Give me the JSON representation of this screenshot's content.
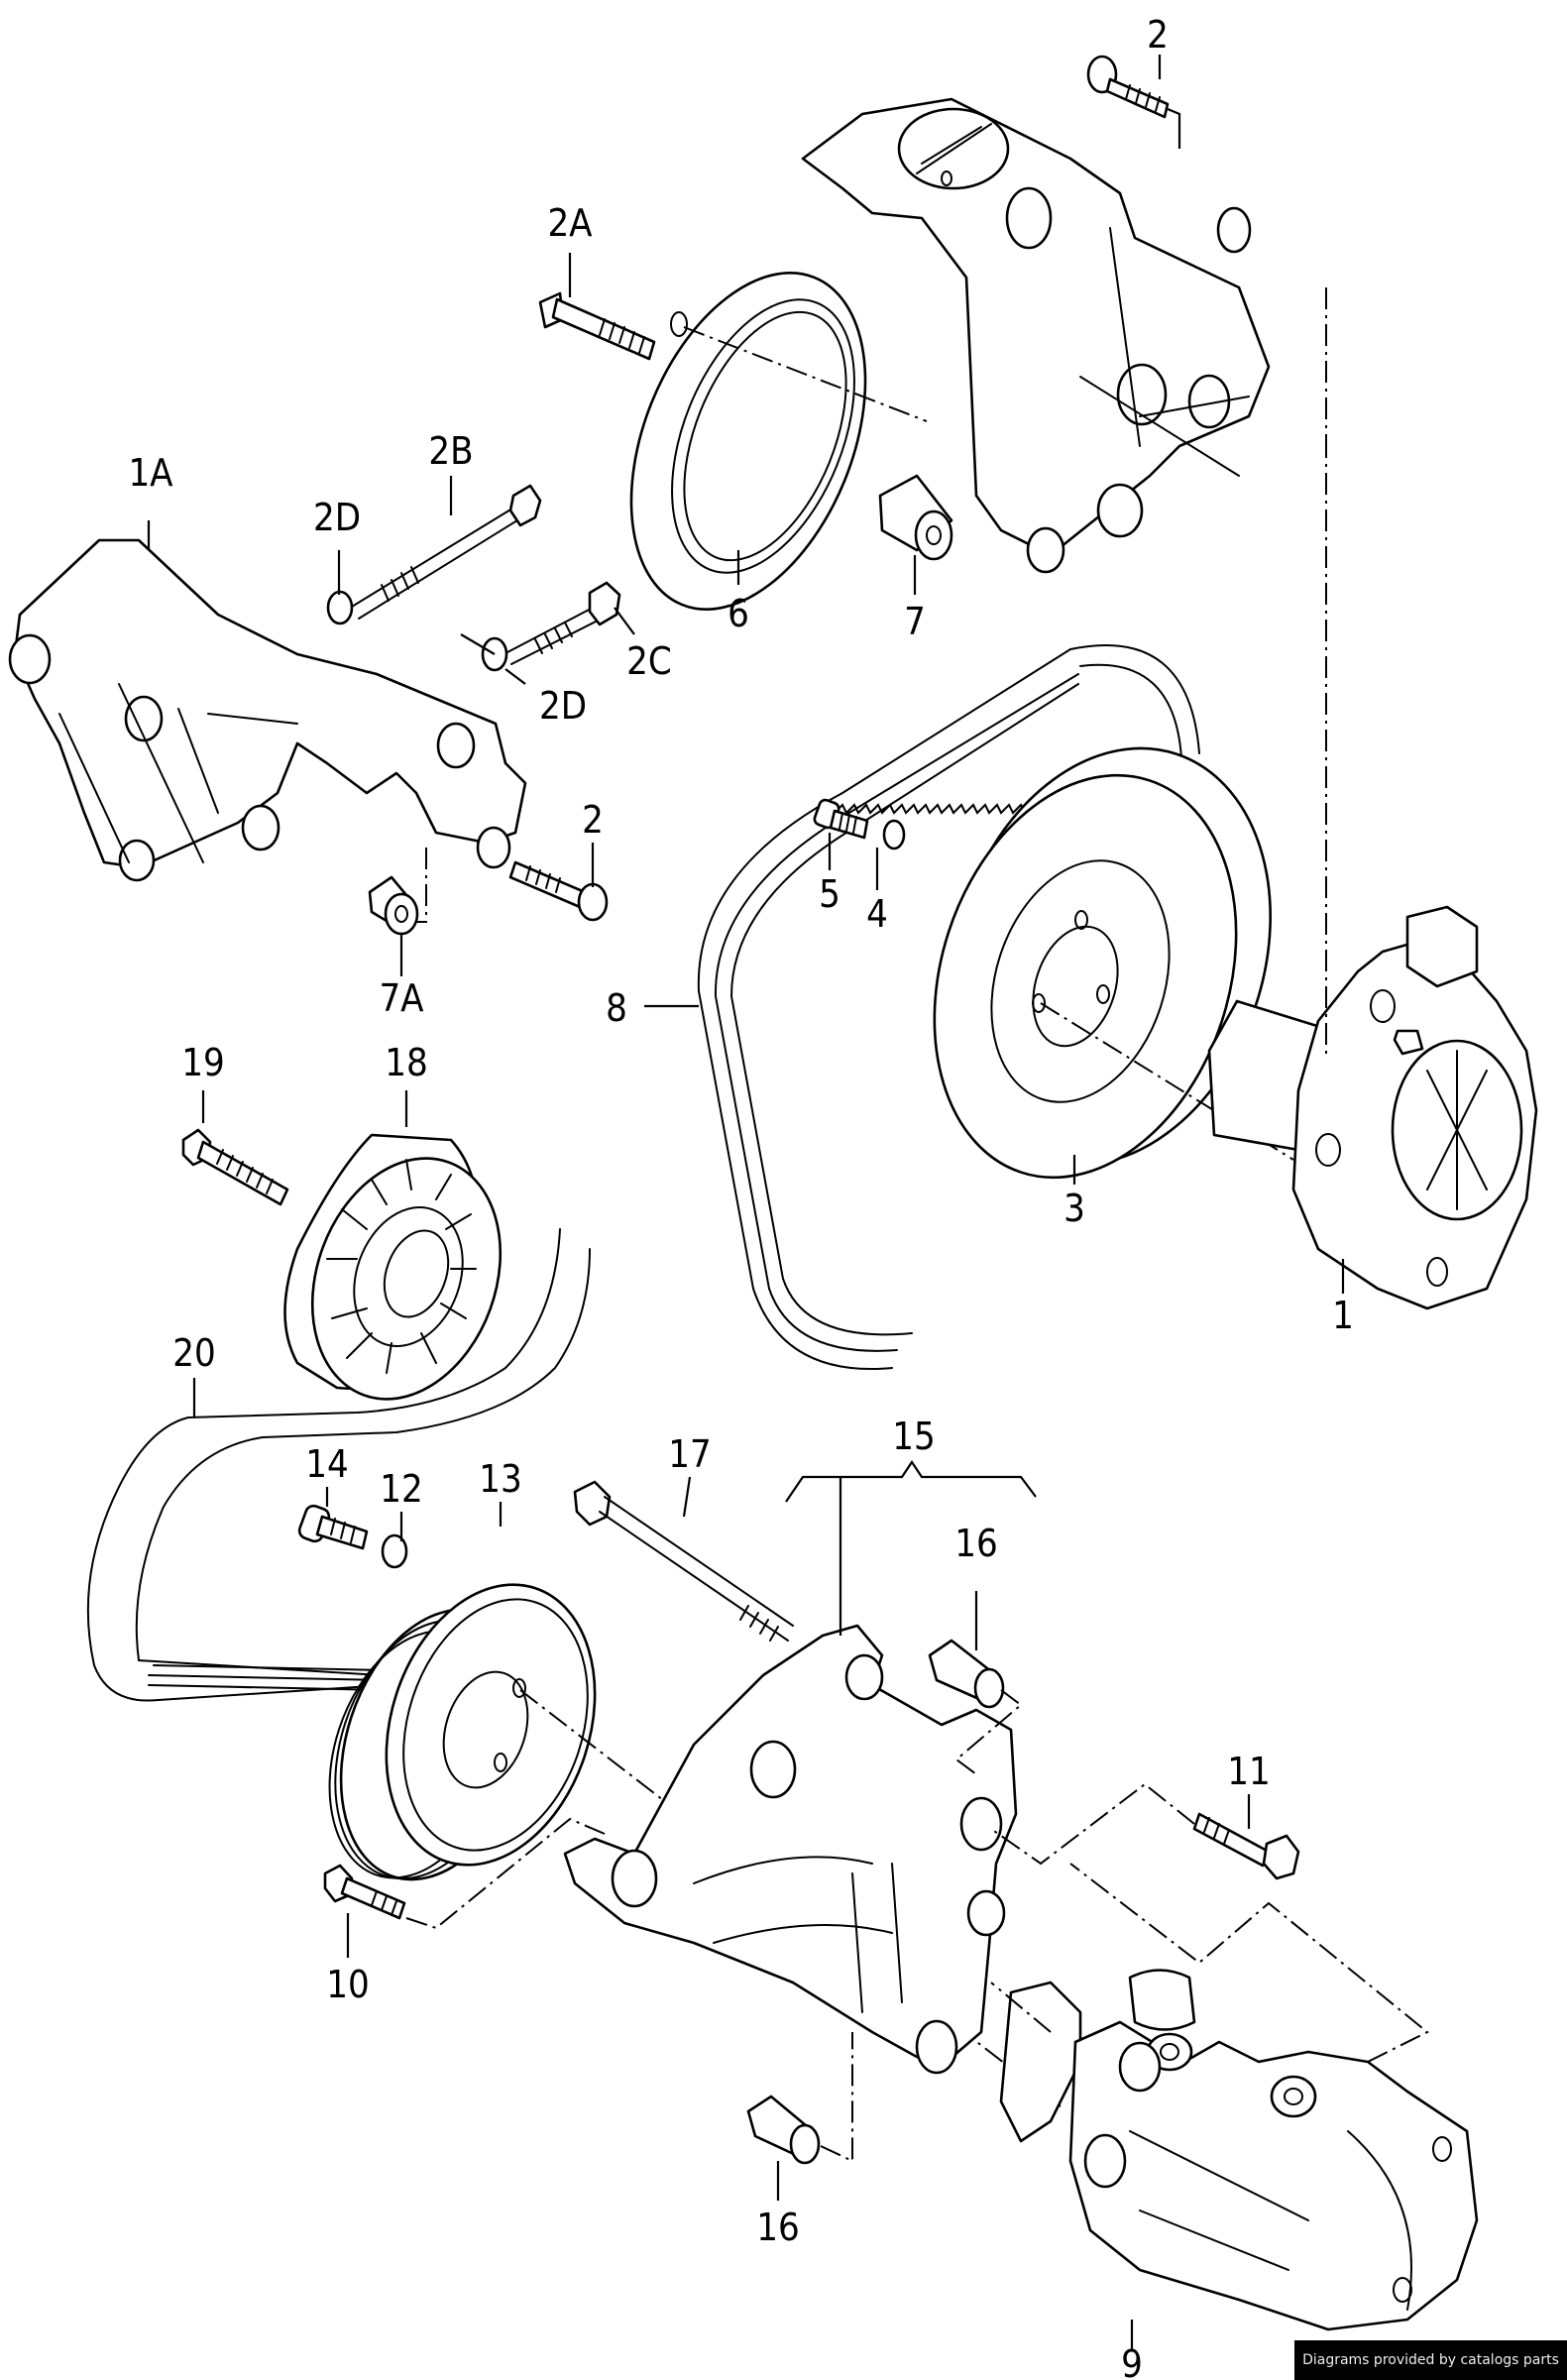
{
  "diagram": {
    "title": "Power steering pump, belt and brackets exploded view",
    "callouts": [
      {
        "id": "1",
        "label": "1"
      },
      {
        "id": "1A",
        "label": "1A"
      },
      {
        "id": "2-top",
        "label": "2"
      },
      {
        "id": "2-mid",
        "label": "2"
      },
      {
        "id": "2A",
        "label": "2A"
      },
      {
        "id": "2B",
        "label": "2B"
      },
      {
        "id": "2C",
        "label": "2C"
      },
      {
        "id": "2D-a",
        "label": "2D"
      },
      {
        "id": "2D-b",
        "label": "2D"
      },
      {
        "id": "3",
        "label": "3"
      },
      {
        "id": "4",
        "label": "4"
      },
      {
        "id": "5",
        "label": "5"
      },
      {
        "id": "6",
        "label": "6"
      },
      {
        "id": "7",
        "label": "7"
      },
      {
        "id": "7A",
        "label": "7A"
      },
      {
        "id": "8",
        "label": "8"
      },
      {
        "id": "9",
        "label": "9"
      },
      {
        "id": "10",
        "label": "10"
      },
      {
        "id": "11",
        "label": "11"
      },
      {
        "id": "12",
        "label": "12"
      },
      {
        "id": "13",
        "label": "13"
      },
      {
        "id": "14",
        "label": "14"
      },
      {
        "id": "15",
        "label": "15"
      },
      {
        "id": "16-a",
        "label": "16"
      },
      {
        "id": "16-b",
        "label": "16"
      },
      {
        "id": "17",
        "label": "17"
      },
      {
        "id": "18",
        "label": "18"
      },
      {
        "id": "19",
        "label": "19"
      },
      {
        "id": "20",
        "label": "20"
      }
    ]
  },
  "credit": {
    "text": "Diagrams provided by catalogs parts"
  }
}
